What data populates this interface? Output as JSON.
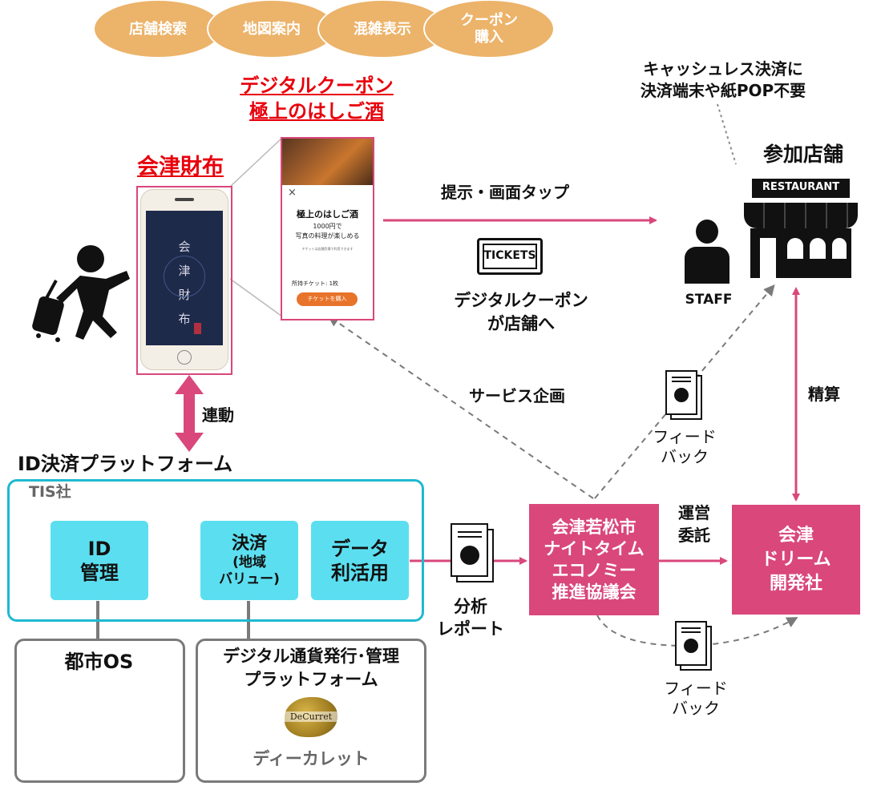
{
  "features": [
    "店舗検索",
    "地図案内",
    "混雑表示",
    "クーポン\n購入"
  ],
  "coupon_title": [
    "デジタルクーポン",
    "極上のはしご酒"
  ],
  "wallet_title": "会津財布",
  "phone_app_text": "会\n津\n財\n布",
  "coupon_screen": {
    "close": "×",
    "title": "極上のはしご酒",
    "price": "1000円で\n写真の料理が楽しめる",
    "note": "チケットは店舗売場で利用できます",
    "count": "所持チケット: 1枚",
    "button": "チケットを購入"
  },
  "present_label": "提示・画面タップ",
  "tickets_icon_text": "TICKETS",
  "coupon_to_store": "デジタルクーポン\nが店舗へ",
  "cashless_note": "キャッシュレス決済に\n決済端末や紙POP不要",
  "store_title": "参加店舗",
  "restaurant_sign": "RESTAURANT",
  "staff_label": "STAFF",
  "service_plan": "サービス企画",
  "settlement": "精算",
  "feedback_1": "フィード\nバック",
  "feedback_2": "フィード\nバック",
  "link_label": "連動",
  "platform_title": "ID決済プラットフォーム",
  "tis_label": "TIS社",
  "id_box": "ID\n管理",
  "payment_box": "決済",
  "payment_sub": "(地域\nバリュー)",
  "data_box": "データ\n利活用",
  "analysis_report": "分析\nレポート",
  "council_box": "会津若松市\nナイトタイム\nエコノミー\n推進協議会",
  "outsourcing": "運営\n委託",
  "dream_box": "会津\nドリーム\n開発社",
  "city_os": "都市OS",
  "currency_platform": "デジタル通貨発行･管理\nプラットフォーム",
  "decurret_logo_text": "DeCurret",
  "decurret_name": "ディーカレット",
  "colors": {
    "pink": "#d9477b",
    "cyan": "#5bdff0",
    "orange": "#ecb36a",
    "red": "#e8000b",
    "teal_border": "#1fb9d0",
    "gray": "#7a7a7a"
  }
}
